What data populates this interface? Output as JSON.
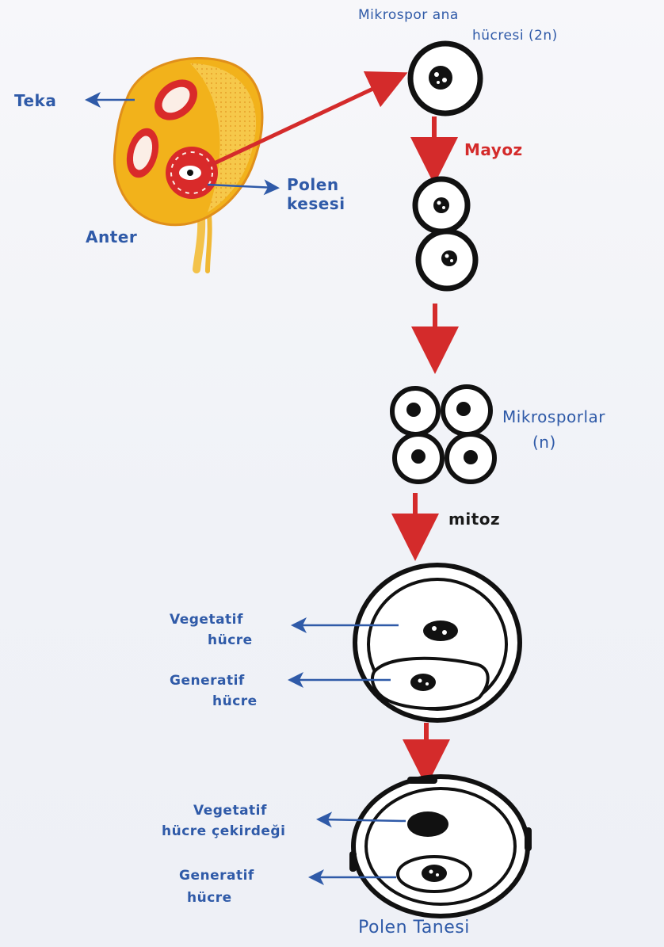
{
  "colors": {
    "label_blue": "#2f5aa8",
    "arrow_red": "#d42b2b",
    "anther_yellow": "#f2b21b",
    "anther_orange": "#e6881a",
    "sac_red": "#d92a2a",
    "ink": "#111111"
  },
  "labels": {
    "teka": "Teka",
    "anter": "Anter",
    "polen_kesesi_line1": "Polen",
    "polen_kesesi_line2": "kesesi",
    "mikrospor_ana_line1": "Mikrospor ana",
    "mikrospor_ana_line2": "hücresi (2n)",
    "mayoz": "Mayoz",
    "mikrosporlar_line1": "Mikrosporlar",
    "mikrosporlar_line2": "(n)",
    "mitoz": "mitoz",
    "vegetatif_hucre_line1": "Vegetatif",
    "vegetatif_hucre_line2": "hücre",
    "generatif_hucre_line1": "Generatif",
    "generatif_hucre_line2": "hücre",
    "vegetatif_cekirdek_line1": "Vegetatif",
    "vegetatif_cekirdek_line2": "hücre çekirdeği",
    "generatif_hucre2_line1": "Generatif",
    "generatif_hucre2_line2": "hücre",
    "polen_tanesi": "Polen Tanesi"
  }
}
